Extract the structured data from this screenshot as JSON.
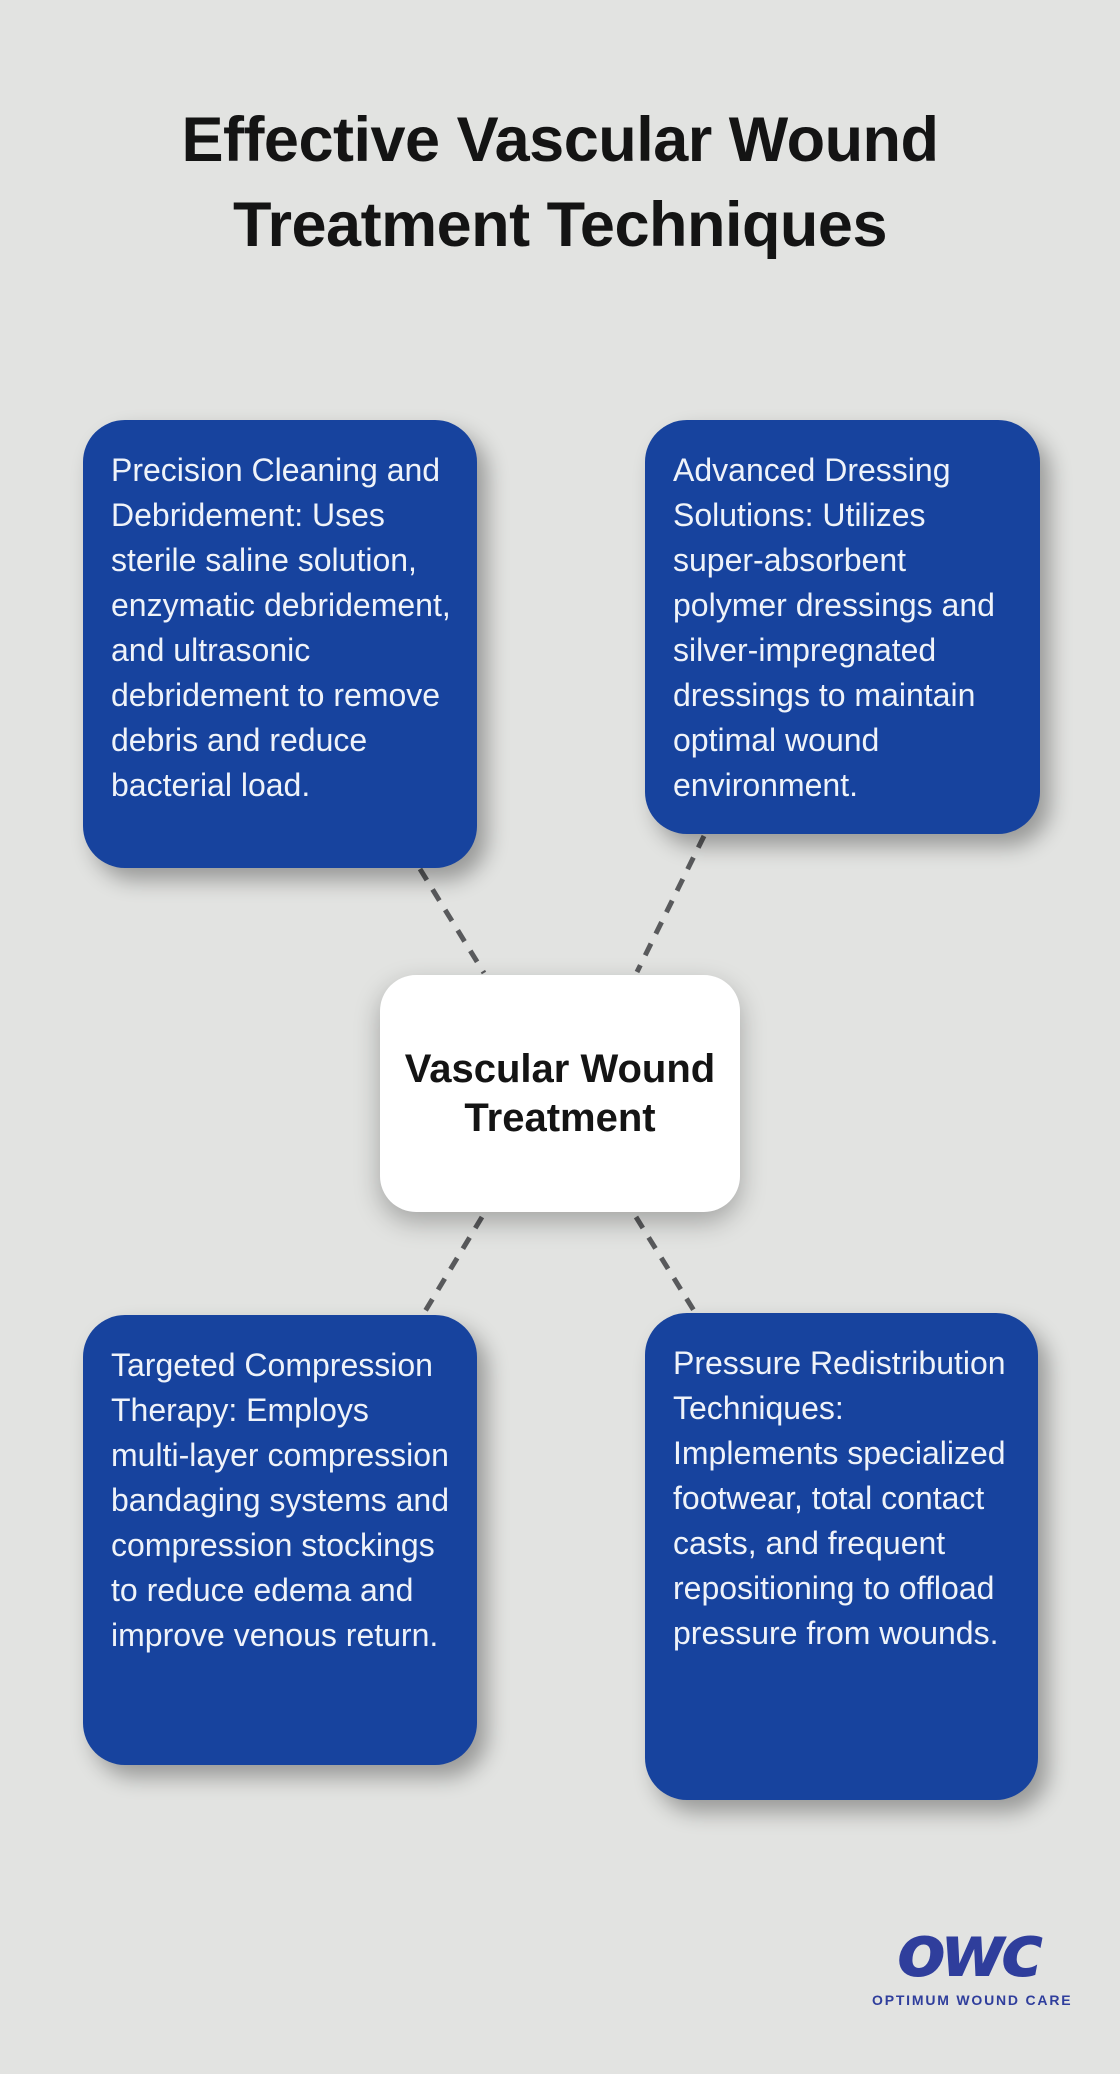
{
  "title": {
    "lines": [
      "Effective Vascular Wound",
      "Treatment Techniques"
    ]
  },
  "center_node": {
    "lines": [
      "Vascular Wound",
      "Treatment"
    ]
  },
  "nodes": [
    {
      "id": "precision-cleaning-debridement",
      "text": "Precision Cleaning and Debridement: Uses sterile saline solution, enzymatic debridement, and ultrasonic debridement to remove debris and reduce bacterial load."
    },
    {
      "id": "advanced-dressing-solutions",
      "text": "Advanced Dressing Solutions: Utilizes super-absorbent polymer dressings and silver-impregnated dressings to maintain optimal wound environment."
    },
    {
      "id": "targeted-compression-therapy",
      "text": "Targeted Compression Therapy: Employs multi-layer compression bandaging systems and compression stockings to reduce edema and improve venous return."
    },
    {
      "id": "pressure-redistribution-techniques",
      "text": "Pressure Redistribution Techniques: Implements specialized footwear, total contact casts, and frequent repositioning to offload pressure from wounds."
    }
  ],
  "logo": {
    "acronym": "OWC",
    "tagline": "OPTIMUM WOUND CARE"
  },
  "colors": {
    "background": "#E2E3E1",
    "node_blue": "#17439E",
    "node_text": "#EFF3F9",
    "center_bg": "#FFFFFF",
    "center_text": "#141414",
    "title_text": "#141414",
    "connector": "#595A5C",
    "logo_blue": "#2F3E9C"
  }
}
